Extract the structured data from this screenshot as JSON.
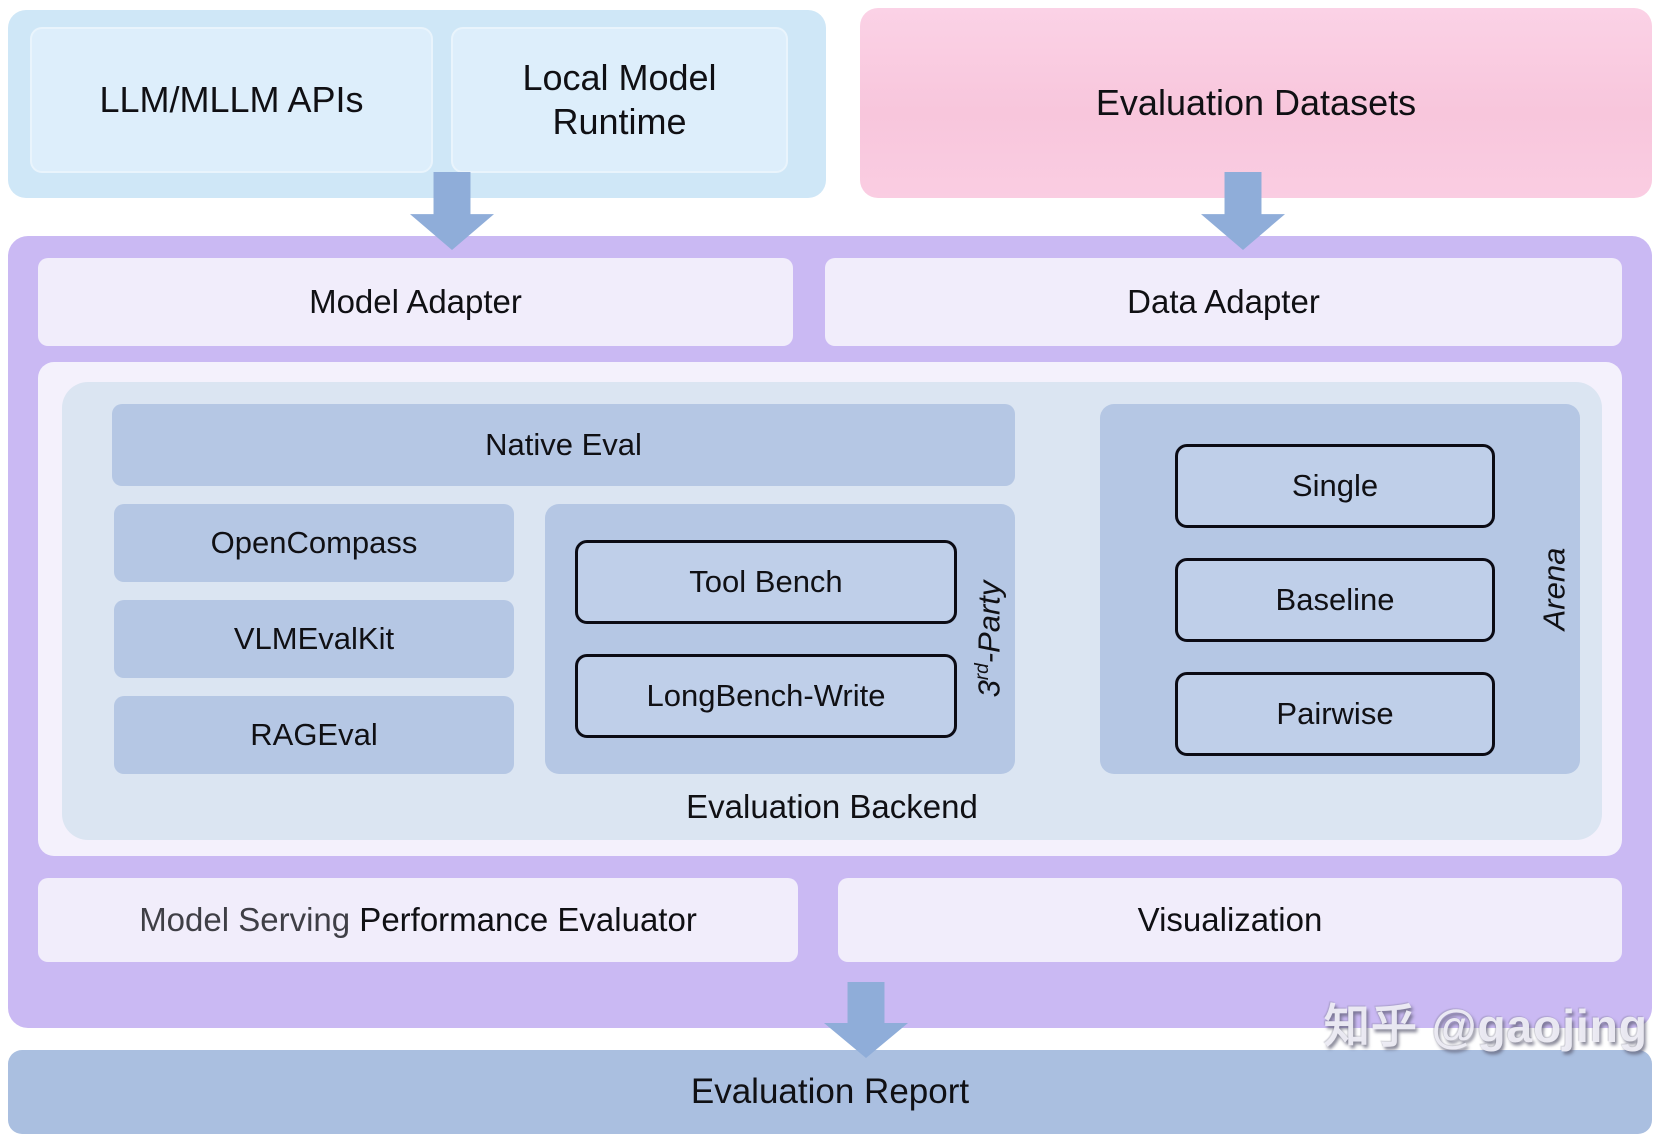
{
  "sources": {
    "apis_label": "LLM/MLLM APIs",
    "runtime_label": "Local Model Runtime",
    "datasets_label": "Evaluation Datasets"
  },
  "adapters": {
    "model": "Model Adapter",
    "data": "Data Adapter"
  },
  "backend": {
    "title": "Evaluation Backend",
    "native_eval_label": "Native Eval",
    "native_items": [
      "OpenCompass",
      "VLMEvalKit",
      "RAGEval"
    ],
    "third_party": {
      "label_prefix": "3",
      "label_sup": "rd",
      "label_suffix": "-Party",
      "items": [
        "Tool Bench",
        "LongBench-Write"
      ]
    },
    "arena": {
      "label": "Arena",
      "items": [
        "Single",
        "Baseline",
        "Pairwise"
      ]
    }
  },
  "bottom_row": {
    "serving_gray": "Model Serving",
    "serving_black": " Performance Evaluator",
    "visualization": "Visualization"
  },
  "report": {
    "label": "Evaluation Report"
  },
  "watermark": "知乎 @gaojing",
  "colors": {
    "source_container": "#cfe7f7",
    "source_box": "#ddeefb",
    "datasets_box": "#f8c6dc",
    "framework_container": "#cab9f3",
    "adapter_box": "#f1edfb",
    "backend_outer": "#f4f1fc",
    "backend_inner": "#dbe5f2",
    "tool_box": "#b5c7e4",
    "bordered_box": "#bfcfe9",
    "bordered_box_border": "#0b0b14",
    "report_box": "#aabfe0",
    "arrow": "#8fadd9"
  }
}
